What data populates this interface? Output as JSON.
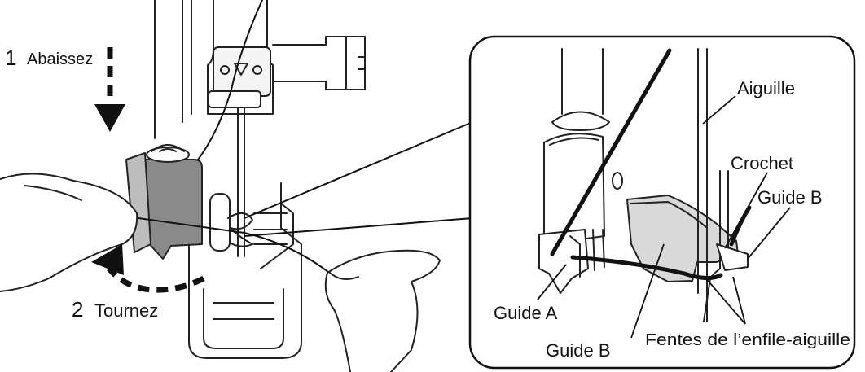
{
  "steps": {
    "step1_number": "1",
    "step1_text": "Abaissez",
    "step2_number": "2",
    "step2_text": "Tournez"
  },
  "callouts": {
    "needle": "Aiguille",
    "hook": "Crochet",
    "guide_b_right": "Guide B",
    "guide_a": "Guide A",
    "guide_b_bottom": "Guide B",
    "slits": "Fentes de l’enfile-aiguille"
  },
  "colors": {
    "ink": "#111111",
    "grey_part": "#8a8a8a",
    "light_part": "#d9d9d9",
    "outline": "#222222"
  }
}
